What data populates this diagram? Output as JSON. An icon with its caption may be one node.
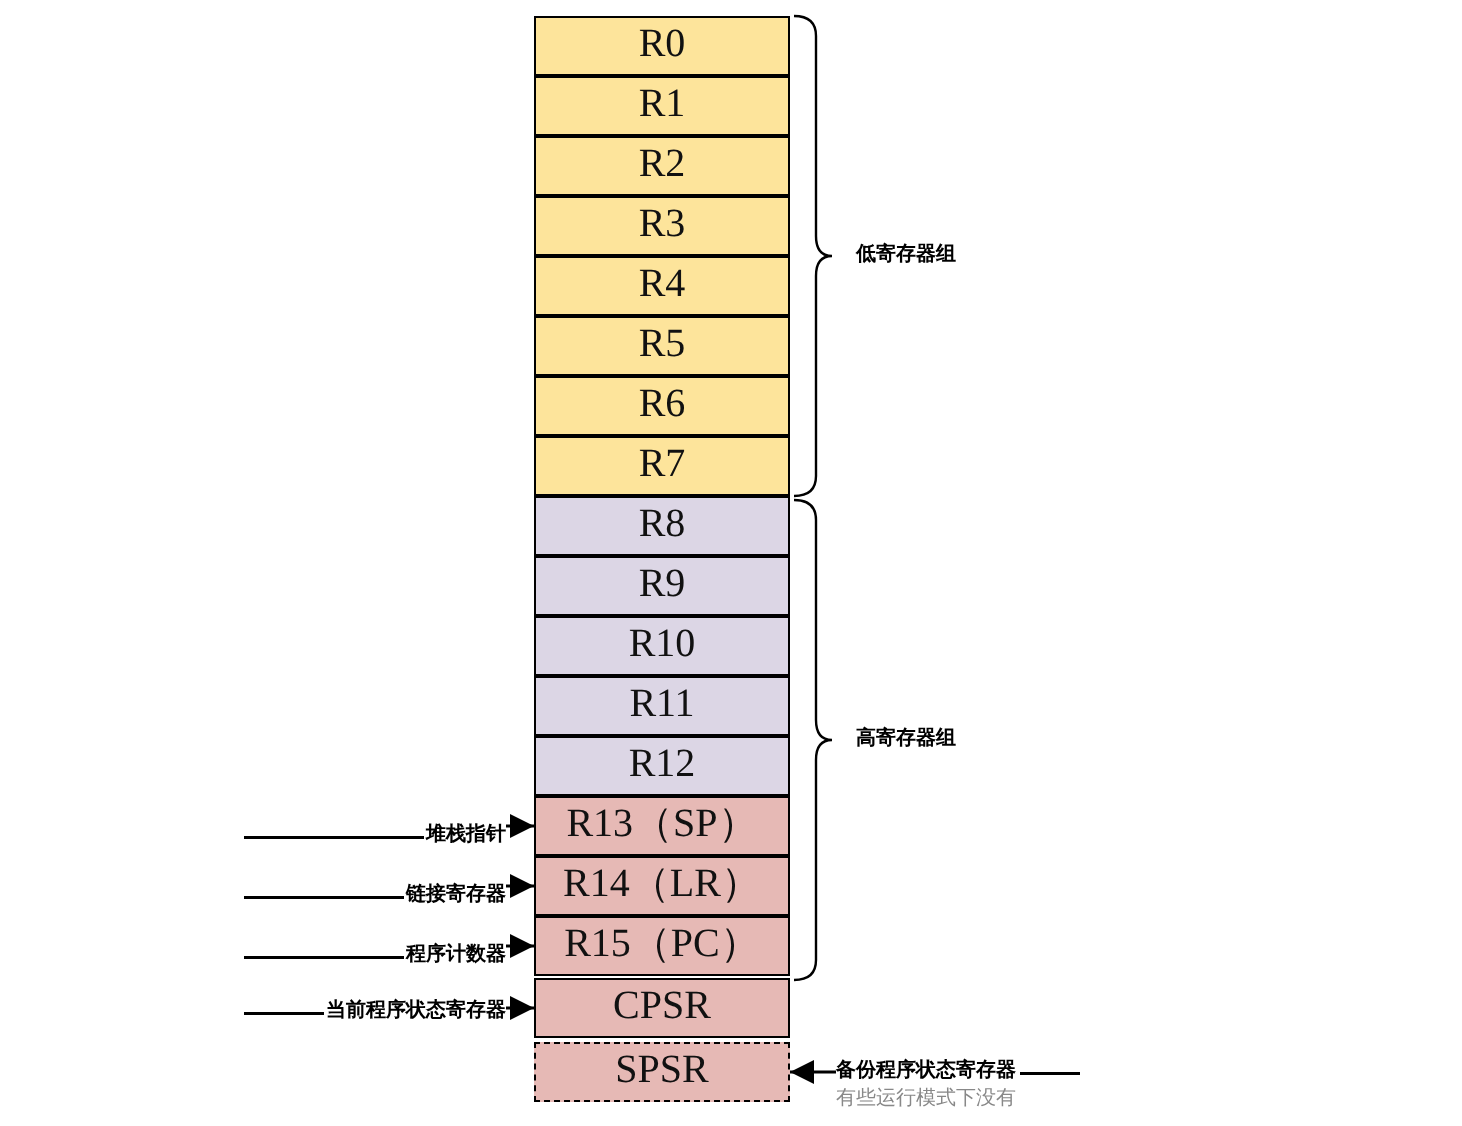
{
  "diagram": {
    "nodes": [
      {
        "text": [
          "R0"
        ]
      },
      {
        "text": [
          "R1"
        ]
      },
      {
        "text": [
          "R2"
        ]
      },
      {
        "text": [
          "R3"
        ]
      },
      {
        "text": [
          "R4"
        ]
      },
      {
        "text": [
          "R5"
        ]
      },
      {
        "text": [
          "R6"
        ]
      },
      {
        "text": [
          "R7"
        ]
      },
      {
        "text": [
          "R8"
        ]
      },
      {
        "text": [
          "R9"
        ]
      },
      {
        "text": [
          "R10"
        ]
      },
      {
        "text": [
          "R11"
        ]
      },
      {
        "text": [
          "R12"
        ]
      },
      {
        "text": [
          "R13（SP）"
        ]
      },
      {
        "text": [
          "R14（LR）"
        ]
      },
      {
        "text": [
          "R15（PC）"
        ]
      },
      {
        "text": [
          "CPSR"
        ]
      },
      {
        "text": [
          "SPSR"
        ]
      },
      {
        "text": [
          "堆栈指针"
        ]
      },
      {
        "text": [
          "链接寄存器"
        ]
      },
      {
        "text": [
          "程序计数器"
        ]
      },
      {
        "text": [
          "当前程序状态寄存器"
        ]
      },
      {
        "text": [
          "备份程序状态寄存器"
        ],
        "beside": [
          "有些运行模式下没有"
        ]
      }
    ],
    "edges": [
      {
        "from": 18,
        "to": 13,
        "arrow": "to"
      },
      {
        "from": 19,
        "to": 14,
        "arrow": "to"
      },
      {
        "from": 20,
        "to": 15,
        "arrow": "to"
      },
      {
        "from": 21,
        "to": 16,
        "arrow": "to"
      },
      {
        "from": 22,
        "to": 17,
        "arrow": "to"
      }
    ],
    "labels": [
      "低寄存器组",
      "高寄存器组"
    ]
  }
}
